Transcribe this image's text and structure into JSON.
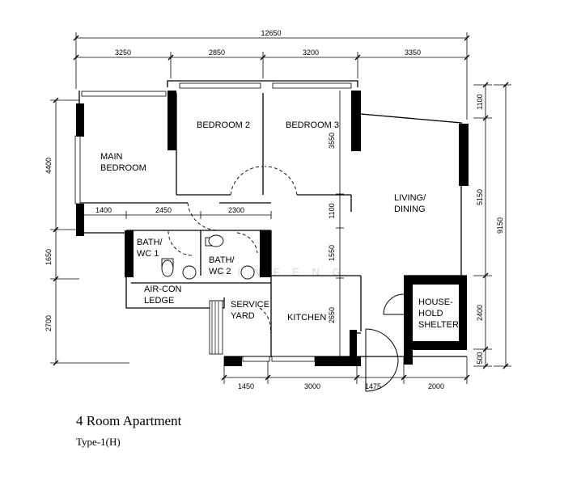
{
  "caption": {
    "title": "4 Room Apartment",
    "subtitle": "Type-1(H)"
  },
  "rooms": {
    "main_bedroom": [
      "MAIN",
      "BEDROOM"
    ],
    "bedroom2": "BEDROOM 2",
    "bedroom3": "BEDROOM 3",
    "living": [
      "LIVING/",
      "DINING"
    ],
    "bath1": [
      "BATH/",
      "WC 1"
    ],
    "bath2": [
      "BATH/",
      "WC 2"
    ],
    "aircon": [
      "AIR-CON",
      "LEDGE"
    ],
    "service": [
      "SERVICE",
      "YARD"
    ],
    "kitchen": "KITCHEN",
    "shelter": [
      "HOUSE-",
      "HOLD",
      "SHELTER"
    ]
  },
  "dimensions": {
    "overall_width": "12650",
    "top": [
      "3250",
      "2850",
      "3200",
      "3350"
    ],
    "bottom": [
      "1450",
      "3000",
      "1475",
      "2000"
    ],
    "left": [
      "4400",
      "1650",
      "2700"
    ],
    "right_inner": [
      "1100",
      "5150",
      "2400",
      "500"
    ],
    "right_overall": "9150",
    "interior": [
      "1400",
      "2450",
      "2300",
      "3550",
      "1100",
      "1550",
      "2650"
    ]
  },
  "watermark": "S I N F E N G",
  "colors": {
    "line": "#000000",
    "wall": "#000000",
    "window": "#ffffff",
    "watermark": "#d9d9d9"
  }
}
